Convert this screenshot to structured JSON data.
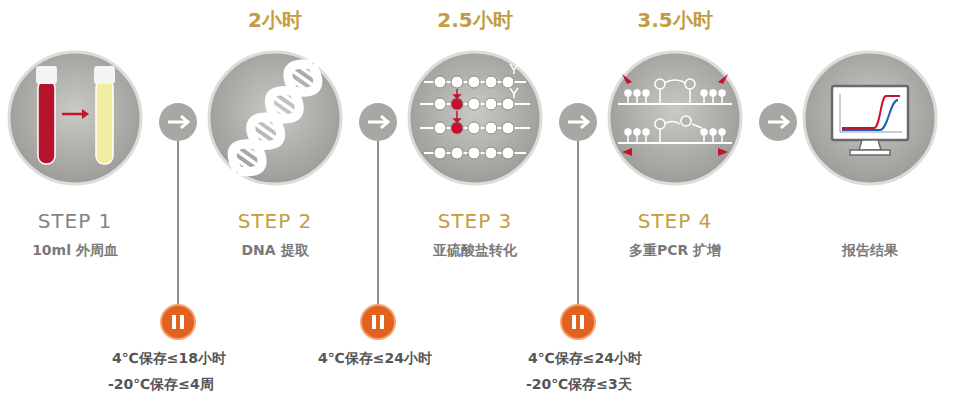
{
  "diagram": {
    "nodes": [
      {
        "text": [
          "STEP 1",
          "10ml 外周血"
        ]
      },
      {
        "text": [
          "2小时",
          "STEP 2",
          "DNA 提取"
        ]
      },
      {
        "text": [
          "2.5小时",
          "STEP 3",
          "亚硫酸盐转化"
        ]
      },
      {
        "text": [
          "3.5小时",
          "STEP 4",
          "多重PCR 扩增"
        ]
      },
      {
        "text": [
          "报告结果"
        ]
      }
    ],
    "edges": [
      {
        "from": 0,
        "to": 1,
        "arrow": "to"
      },
      {
        "from": 1,
        "to": 2,
        "arrow": "to"
      },
      {
        "from": 2,
        "to": 3,
        "arrow": "to"
      },
      {
        "from": 3,
        "to": 4,
        "arrow": "to"
      }
    ],
    "labels": [
      "4℃保存≤18小时",
      "-20℃保存≤4周",
      "4℃保存≤24小时",
      "4℃保存≤24小时",
      "-20℃保存≤3天"
    ]
  }
}
